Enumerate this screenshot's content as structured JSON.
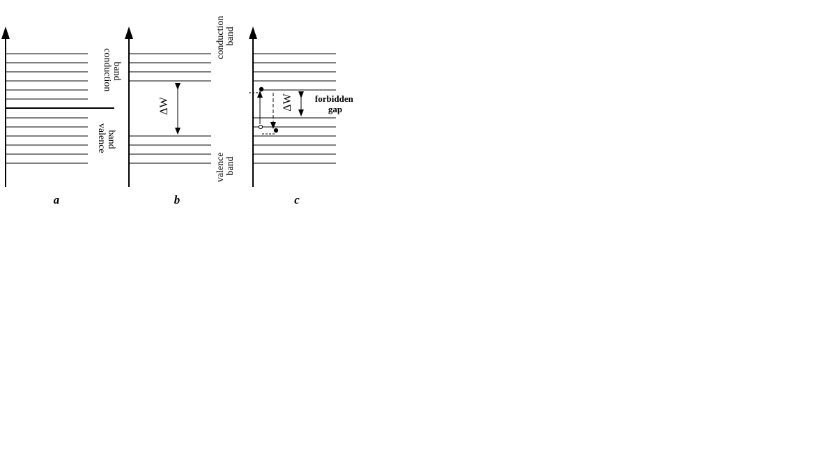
{
  "panels": [
    {
      "id": "a",
      "caption": "a",
      "upper_label": [
        "conduction",
        "band"
      ],
      "lower_label": [
        "valence",
        "band"
      ]
    },
    {
      "id": "b",
      "caption": "b",
      "gap_label": "ΔW",
      "upper_label": [
        "conduction",
        "band"
      ],
      "lower_label": [
        "valence",
        "band"
      ]
    },
    {
      "id": "c",
      "caption": "c",
      "gap_label": "ΔW",
      "gap_note": [
        "forbidden",
        "gap"
      ]
    }
  ],
  "colors": {
    "line": "#000000",
    "background": "#ffffff"
  }
}
